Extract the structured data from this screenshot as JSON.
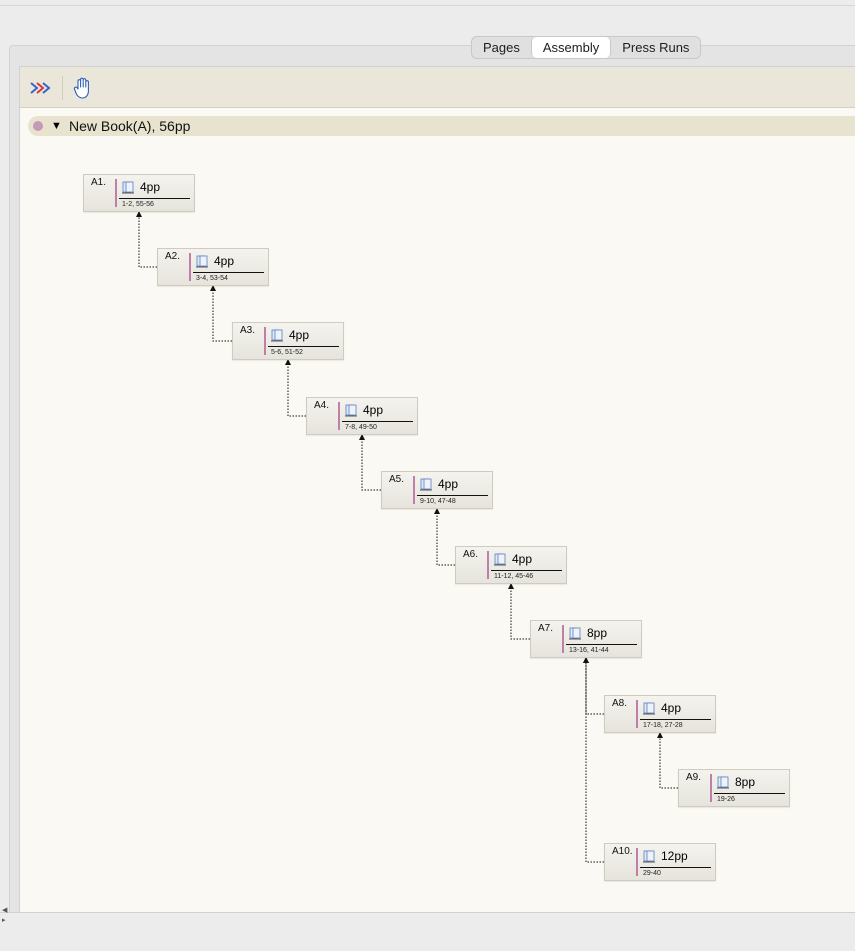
{
  "tabs": [
    {
      "label": "Pages",
      "active": false
    },
    {
      "label": "Assembly",
      "active": true
    },
    {
      "label": "Press Runs",
      "active": false
    }
  ],
  "toolbar": {
    "tools": [
      {
        "name": "collapse-chevrons-icon"
      },
      {
        "name": "hand-pan-icon"
      }
    ]
  },
  "book": {
    "title": "New Book(A), 56pp",
    "dot_color": "#c59ab6"
  },
  "signatures": [
    {
      "id": "A1",
      "label": "A1.",
      "pp": "4pp",
      "pages": "1-2, 55-56"
    },
    {
      "id": "A2",
      "label": "A2.",
      "pp": "4pp",
      "pages": "3-4, 53-54"
    },
    {
      "id": "A3",
      "label": "A3.",
      "pp": "4pp",
      "pages": "5-6, 51-52"
    },
    {
      "id": "A4",
      "label": "A4.",
      "pp": "4pp",
      "pages": "7-8, 49-50"
    },
    {
      "id": "A5",
      "label": "A5.",
      "pp": "4pp",
      "pages": "9-10, 47-48"
    },
    {
      "id": "A6",
      "label": "A6.",
      "pp": "4pp",
      "pages": "11-12, 45-46"
    },
    {
      "id": "A7",
      "label": "A7.",
      "pp": "8pp",
      "pages": "13-16, 41-44"
    },
    {
      "id": "A8",
      "label": "A8.",
      "pp": "4pp",
      "pages": "17-18, 27-28"
    },
    {
      "id": "A9",
      "label": "A9.",
      "pp": "8pp",
      "pages": "19-26"
    },
    {
      "id": "A10",
      "label": "A10.",
      "pp": "12pp",
      "pages": "29-40"
    }
  ],
  "links": [
    [
      "A2",
      "A1"
    ],
    [
      "A3",
      "A2"
    ],
    [
      "A4",
      "A3"
    ],
    [
      "A5",
      "A4"
    ],
    [
      "A6",
      "A5"
    ],
    [
      "A7",
      "A6"
    ],
    [
      "A8",
      "A7"
    ],
    [
      "A9",
      "A8"
    ],
    [
      "A10",
      "A7"
    ]
  ],
  "colors": {
    "accent_bar": "#c07fa8",
    "canvas_bg": "#fbf9f3",
    "toolbar_bg": "#eae7da",
    "book_bar_bg": "#e7e3cf"
  }
}
